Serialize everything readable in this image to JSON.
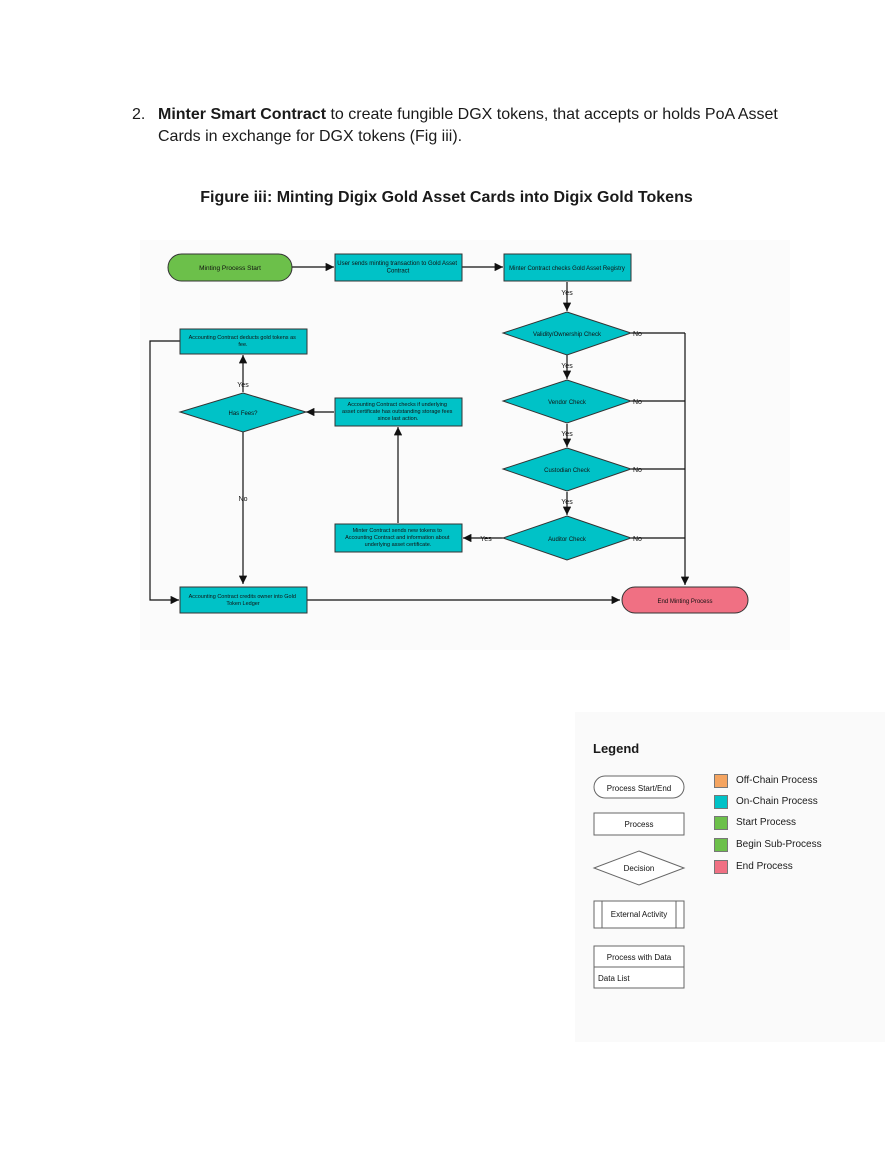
{
  "intro": {
    "number": "2.",
    "bold": "Minter Smart Contract",
    "line1_rest": " to create fungible DGX tokens, that accepts or holds PoA Asset",
    "line2": "Cards in exchange for DGX tokens (Fig iii)."
  },
  "figure_title": "Figure iii: Minting Digix Gold Asset Cards into Digix Gold Tokens",
  "nodes": {
    "start": "Minting Process Start",
    "user_sends": "User sends minting transaction to Gold Asset Contract",
    "minter_checks": "Minter Contract checks Gold Asset Registry",
    "validity": "Validity/Ownership Check",
    "vendor": "Vendor Check",
    "custodian": "Custodian Check",
    "auditor": "Auditor Check",
    "minter_sends": "Minter Contract sends new tokens to Accounting Contract and information about underlying asset certificate.",
    "accounting_checks": "Accounting Contract checks if underlying asset certificate has outstanding storage fees since last action.",
    "has_fees": "Has Fees?",
    "deducts": "Accounting Contract deducts gold tokens as fee.",
    "credits": "Accounting Contract credits owner into Gold Token Ledger",
    "end": "End Minting Process"
  },
  "edge_labels": {
    "yes1": "Yes",
    "yes2": "Yes",
    "yes3": "Yes",
    "yes4": "Yes",
    "yes_auditor": "Yes",
    "yes_fees": "Yes",
    "no1": "No",
    "no2": "No",
    "no3": "No",
    "no4": "No",
    "no_fees": "No"
  },
  "legend": {
    "title": "Legend",
    "shapes": {
      "start_end": "Process Start/End",
      "process": "Process",
      "decision": "Decision",
      "external": "External Activity",
      "with_data": "Process with Data",
      "data_list": "Data List"
    },
    "colors": [
      {
        "label": "Off-Chain Process",
        "color": "#f4a460"
      },
      {
        "label": "On-Chain Process",
        "color": "#00c2c7"
      },
      {
        "label": "Start Process",
        "color": "#6cc04a"
      },
      {
        "label": "Begin Sub-Process",
        "color": "#6cc04a"
      },
      {
        "label": "End Process",
        "color": "#f07083"
      }
    ]
  },
  "colors": {
    "onchain": "#00c2c7",
    "start": "#6cc04a",
    "end": "#f07083"
  }
}
